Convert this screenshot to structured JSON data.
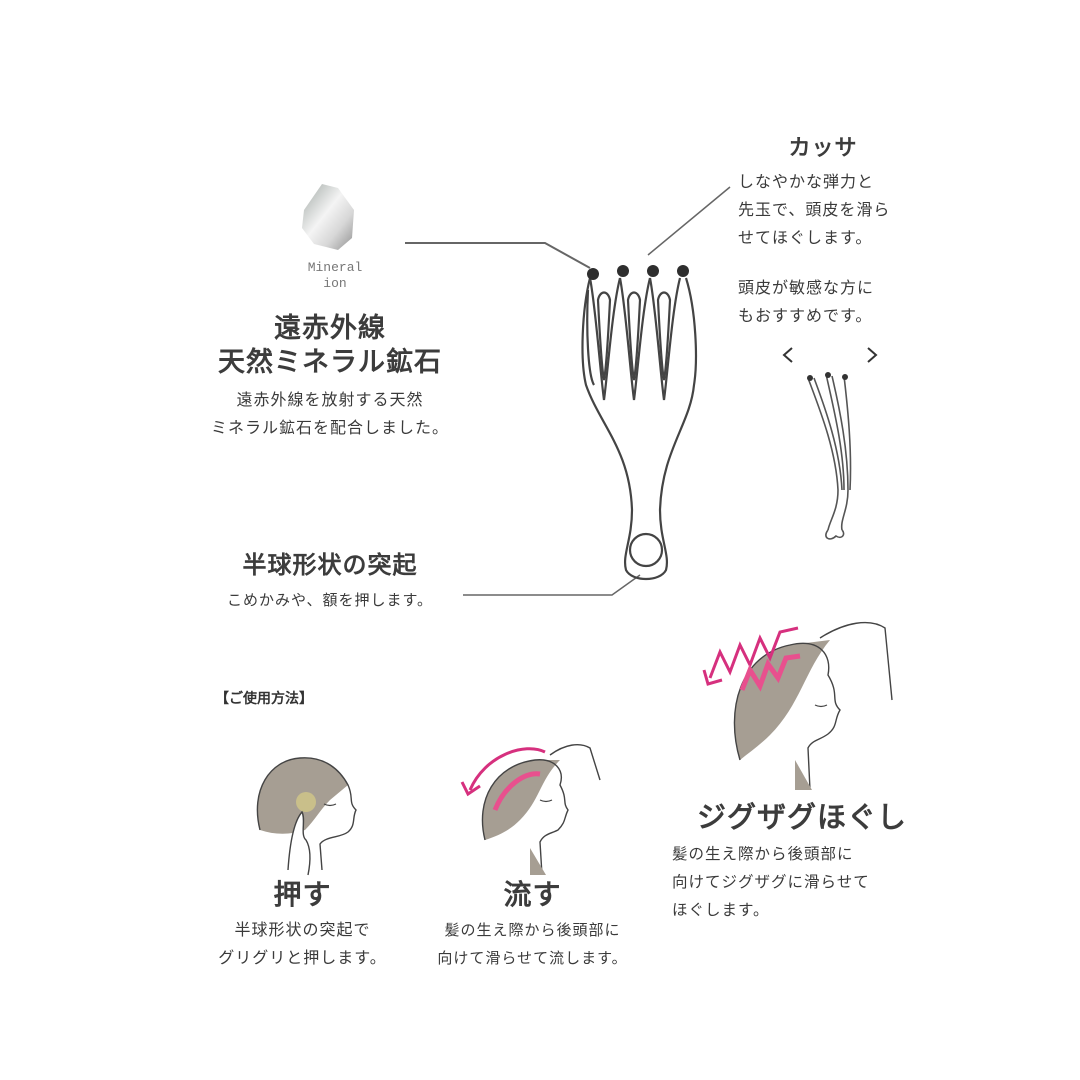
{
  "mineral_badge": {
    "icon": "mineral-stone-icon",
    "label_line1": "Mineral",
    "label_line2": "ion"
  },
  "feature_mineral": {
    "title_line1": "遠赤外線",
    "title_line2": "天然ミネラル鉱石",
    "desc_line1": "遠赤外線を放射する天然",
    "desc_line2": "ミネラル鉱石を配合しました。"
  },
  "feature_kassa": {
    "title": "カッサ",
    "desc_line1": "しなやかな弾力と",
    "desc_line2": "先玉で、頭皮を滑ら",
    "desc_line3": "せてほぐします。",
    "note_line1": "頭皮が敏感な方に",
    "note_line2": "もおすすめです。"
  },
  "feature_knob": {
    "title": "半球形状の突起",
    "desc": "こめかみや、額を押します。"
  },
  "usage": {
    "section_title": "【ご使用方法】",
    "steps": [
      {
        "title": "押す",
        "desc_line1": "半球形状の突起で",
        "desc_line2": "グリグリと押します。"
      },
      {
        "title": "流す",
        "desc_line1": "髪の生え際から後頭部に",
        "desc_line2": "向けて滑らせて流します。"
      },
      {
        "title": "ジグザグほぐし",
        "desc_line1": "髪の生え際から後頭部に",
        "desc_line2": "向けてジグザグに滑らせて",
        "desc_line3": "ほぐします。"
      }
    ]
  },
  "colors": {
    "background": "#ffffff",
    "text": "#3a3a3a",
    "hair": "#a69e93",
    "arrow_pink": "#d6307e",
    "tip_dark": "#2e2e2e",
    "leader_line": "#666666"
  }
}
